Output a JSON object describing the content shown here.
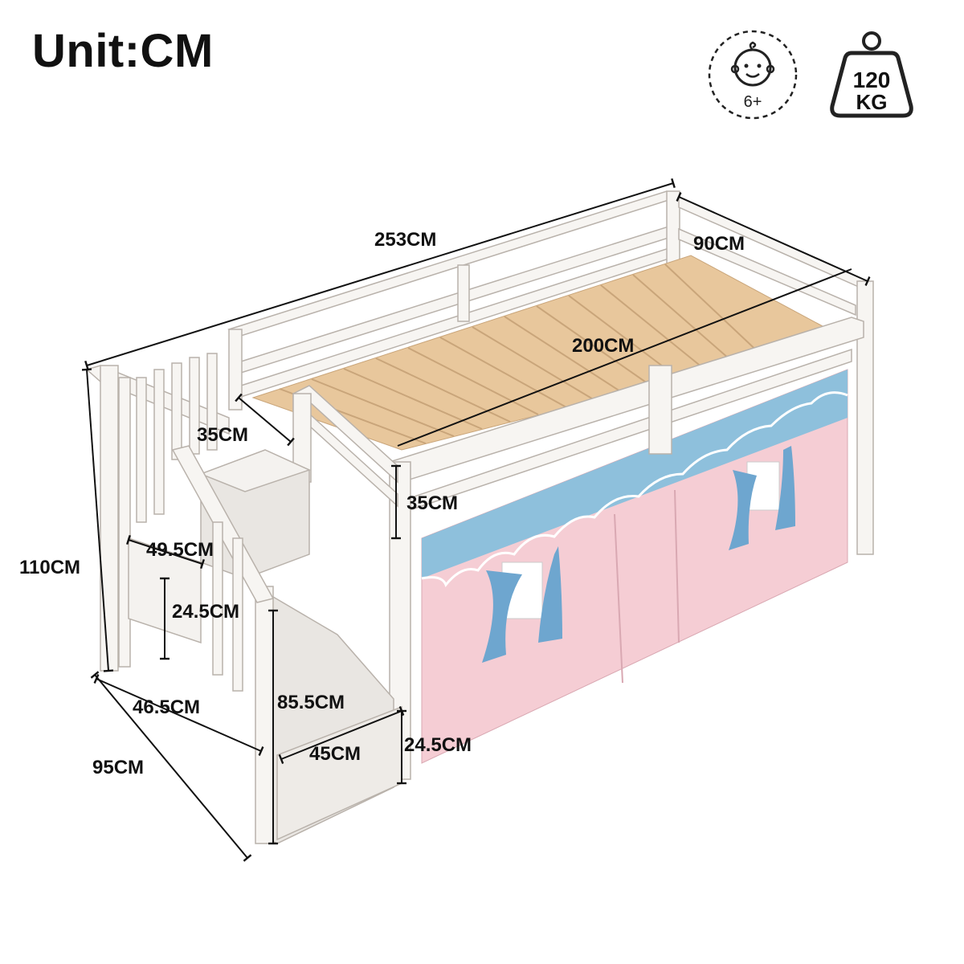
{
  "header": {
    "unit_label": "Unit:CM"
  },
  "badges": {
    "age": {
      "icon": "baby-face-icon",
      "text": "6+"
    },
    "weight": {
      "icon": "weight-icon",
      "value": "120",
      "unit": "KG"
    }
  },
  "dimensions": {
    "total_length": "253CM",
    "width": "90CM",
    "mattress_length": "200CM",
    "end_rail_height": "35CM",
    "side_rail_height": "35CM",
    "total_height": "110CM",
    "step_depth_top": "49.5CM",
    "step_height_upper": "24.5CM",
    "stair_width": "46.5CM",
    "stair_height": "85.5CM",
    "step_depth_bottom": "45CM",
    "step_height_lower": "24.5CM",
    "stair_total_depth": "95CM"
  },
  "colors": {
    "frame": "#f7f5f2",
    "frame_edge": "#b9b2ab",
    "slats": "#f3d9ae",
    "curtain_pink": "#f5cdd4",
    "curtain_blue": "#8ec0dc",
    "dimension_line": "#111111"
  }
}
